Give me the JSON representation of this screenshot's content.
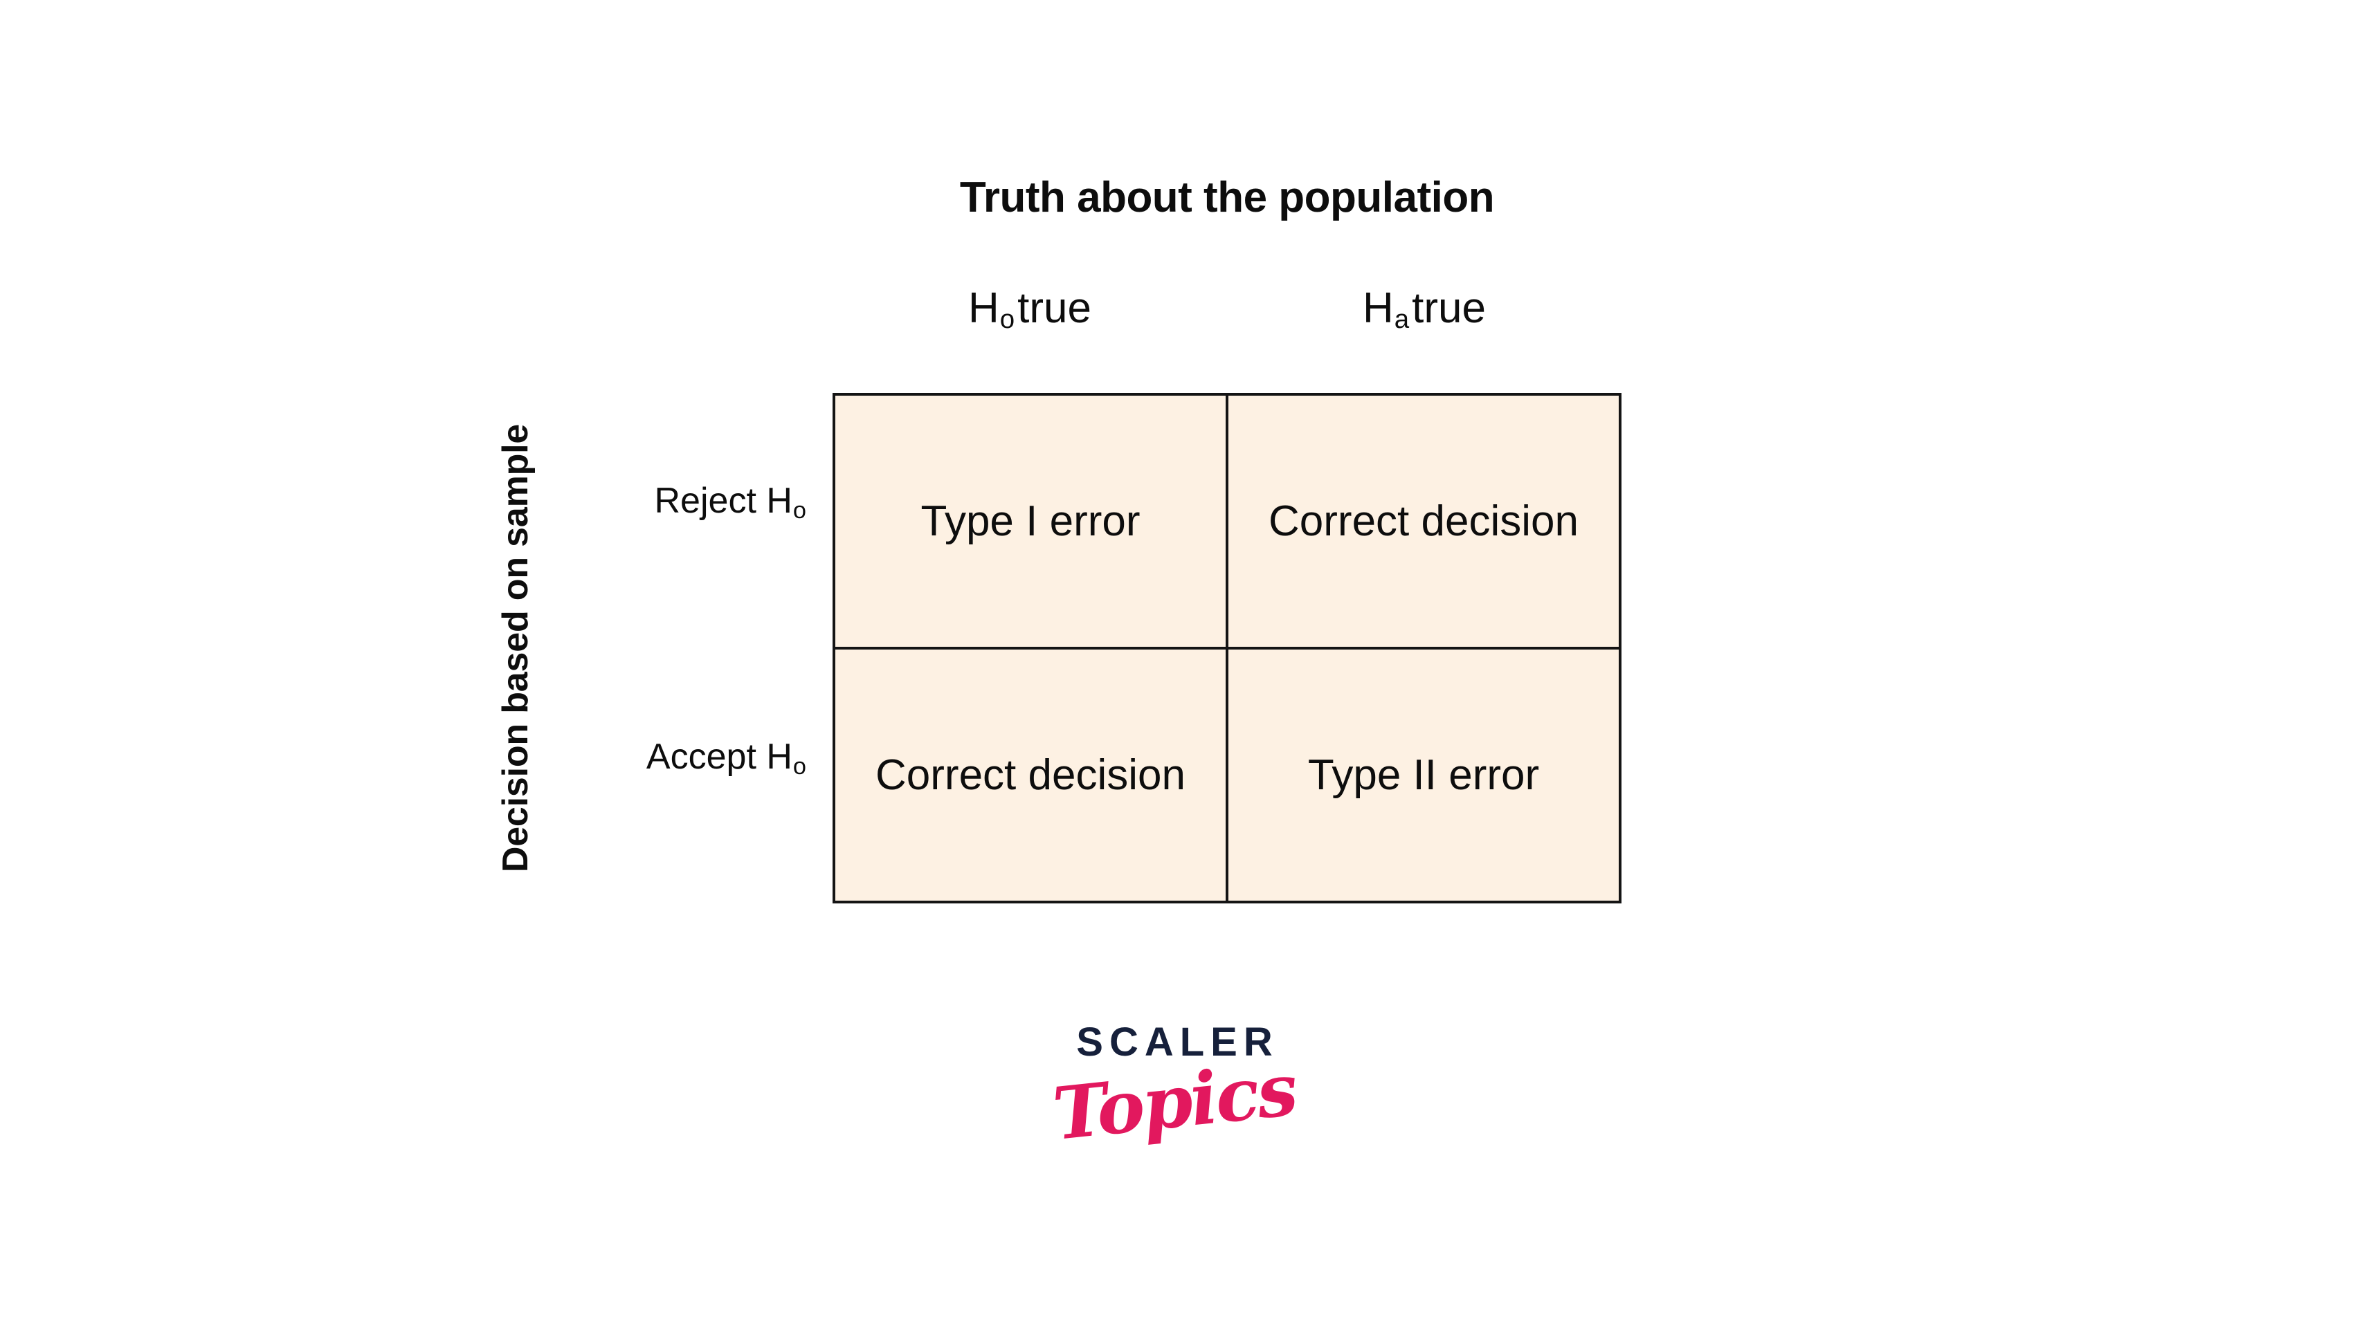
{
  "matrix": {
    "title": "Truth about the population",
    "axis_label_rows": "Decision based on sample",
    "column_headers": [
      {
        "symbol": "H",
        "subscript": "o",
        "rest": "true",
        "full": "Ho true"
      },
      {
        "symbol": "H",
        "subscript": "a",
        "rest": "true",
        "full": "Ha true"
      }
    ],
    "row_headers": [
      {
        "prefix": "Reject H",
        "subscript": "o",
        "full": "Reject Ho"
      },
      {
        "prefix": "Accept H",
        "subscript": "o",
        "full": "Accept Ho"
      }
    ],
    "cells": [
      {
        "id": "reject-h0true",
        "label": "Type I error"
      },
      {
        "id": "reject-hatrue",
        "label": "Correct decision"
      },
      {
        "id": "accept-h0true",
        "label": "Correct decision"
      },
      {
        "id": "accept-hatrue",
        "label": "Type II error"
      }
    ],
    "colors": {
      "cell_fill": "#FDF1E3",
      "grid_line": "#141414",
      "text": "#0D0D0D",
      "background": "#FFFFFF"
    }
  },
  "logo": {
    "wordmark": "SCALER",
    "script": "Topics",
    "wordmark_color": "#16203B",
    "script_color": "#E2185E"
  }
}
